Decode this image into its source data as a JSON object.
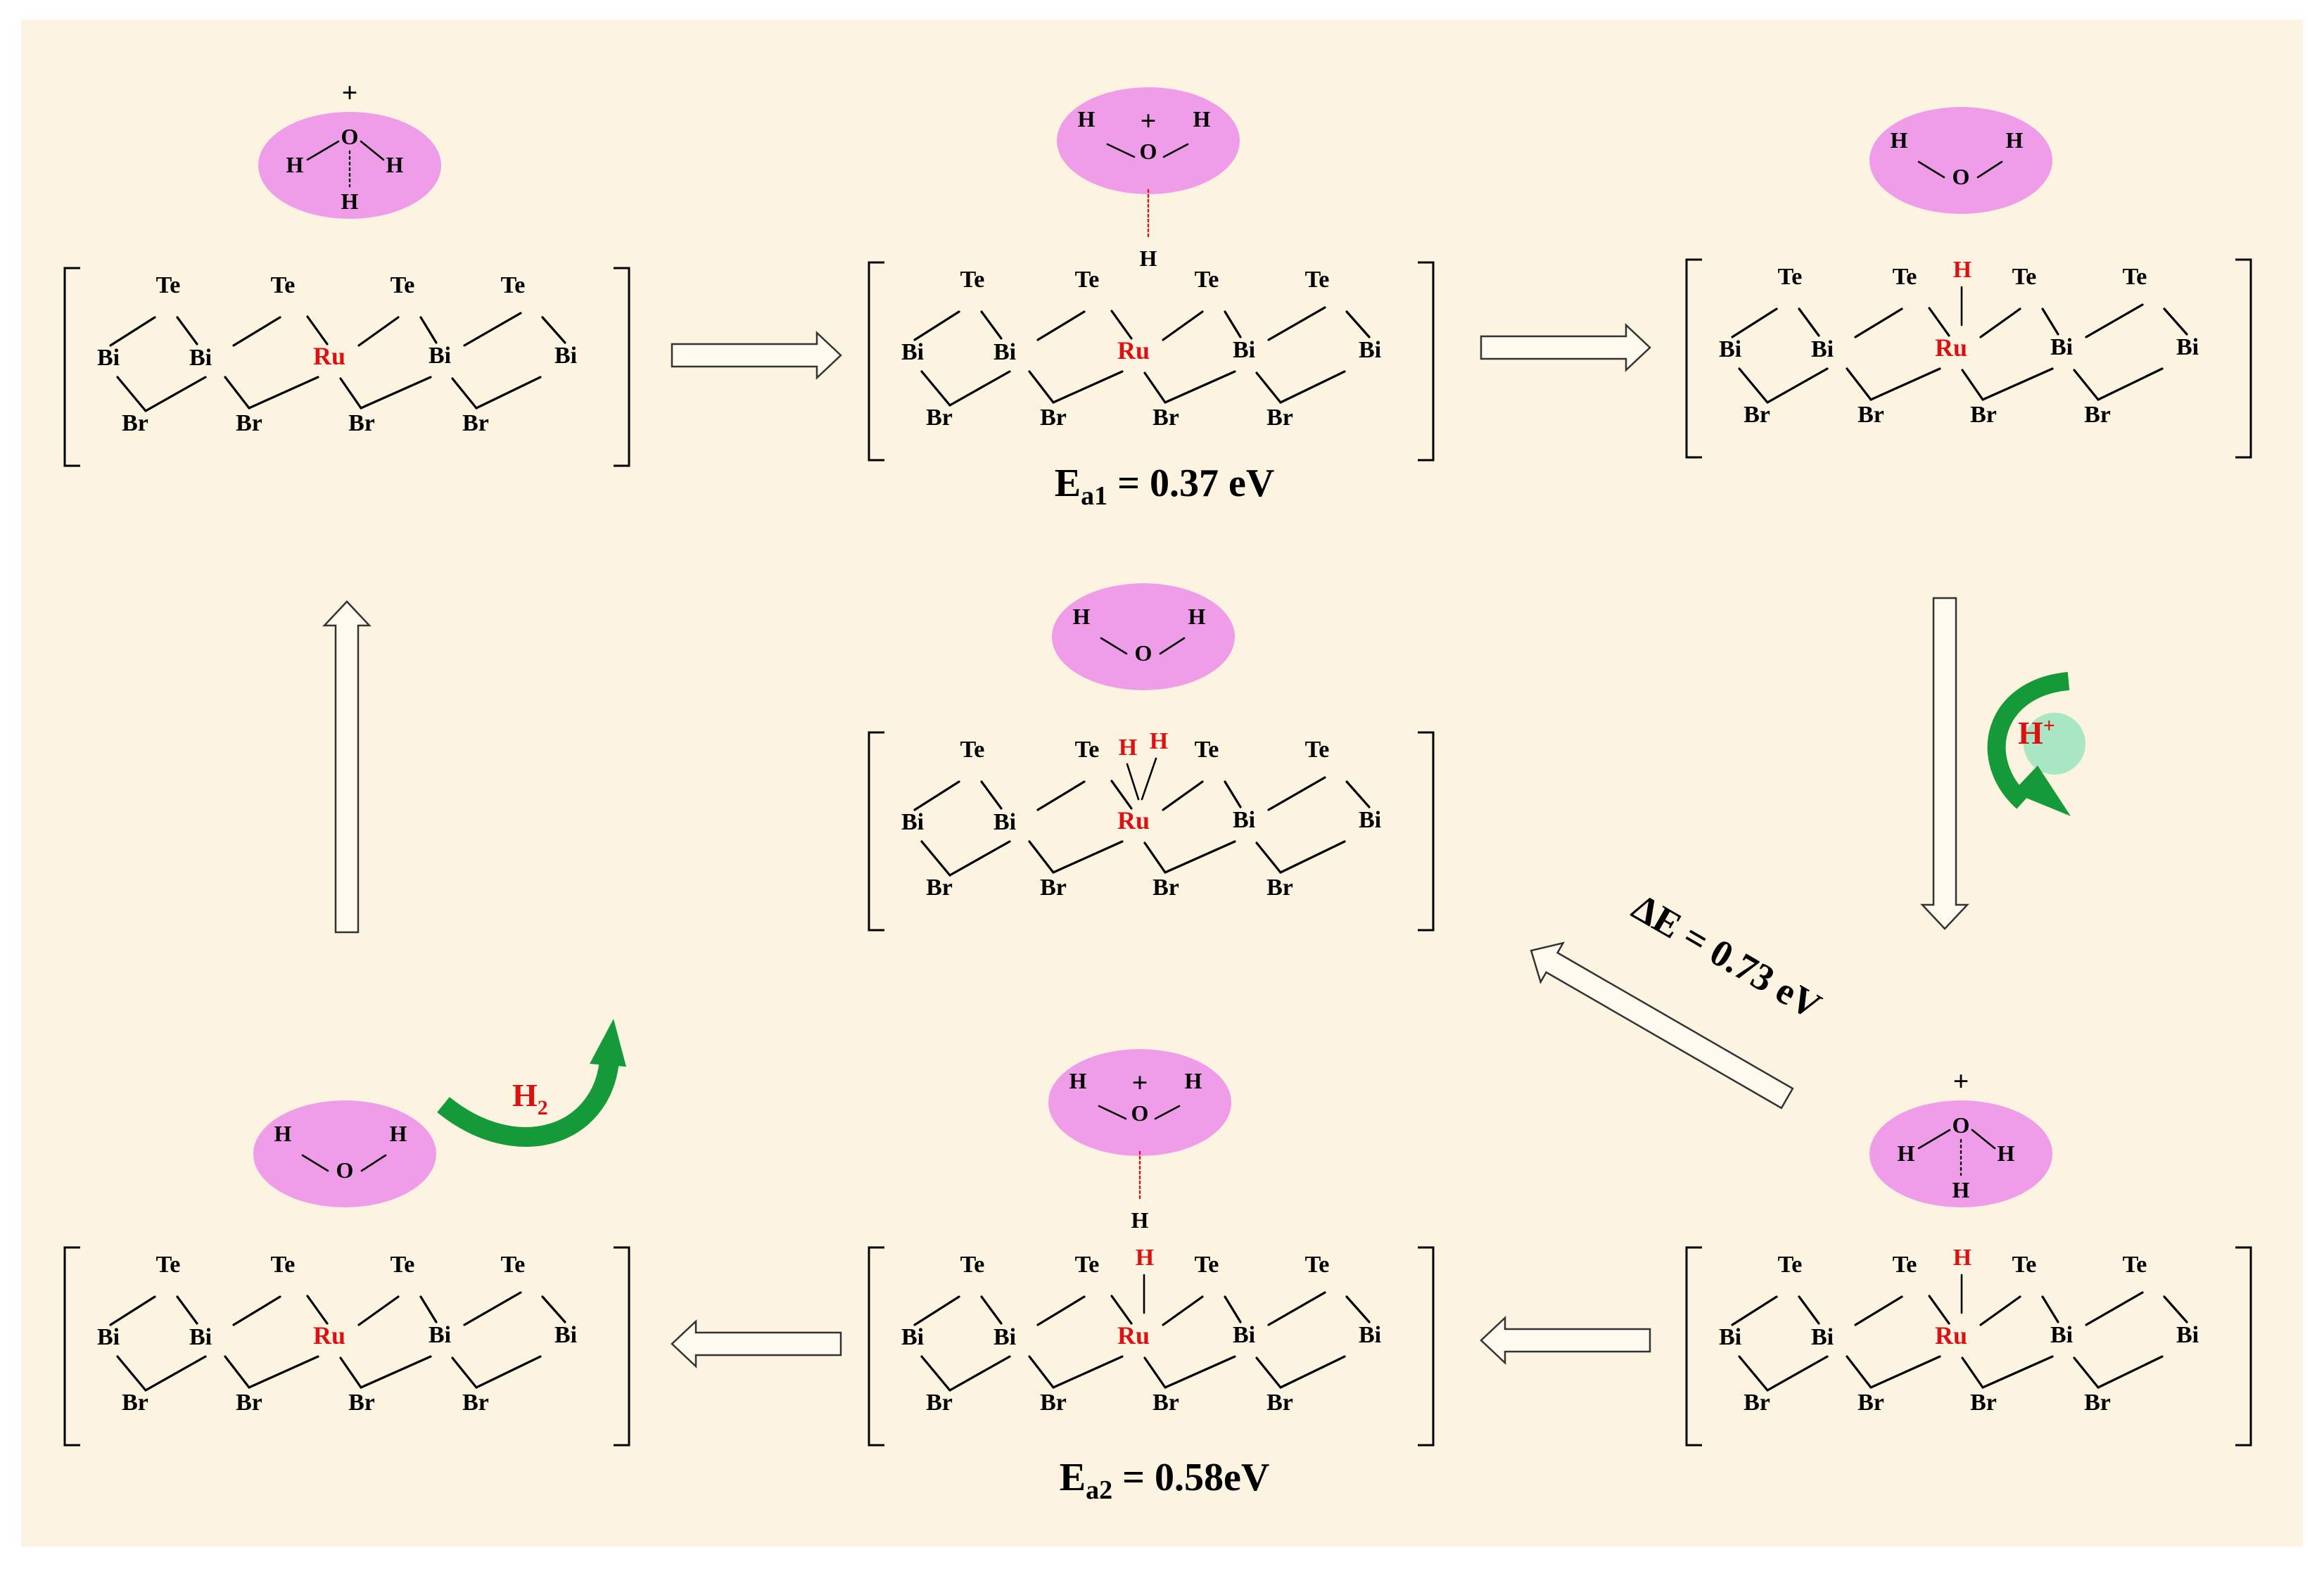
{
  "colors": {
    "panel_bg": "#fcf4e0",
    "water_bubble": "#ef9de9",
    "ruthenium": "#dd1111",
    "hydrogen_on_ru": "#dd1111",
    "green_arrow": "#159a3a",
    "proton_circle": "#a9e6c4",
    "hbond_line": "#dd1111"
  },
  "labels": {
    "ea1": {
      "main": "E",
      "sub": "a1",
      "rest": " = 0.37 eV"
    },
    "ea2": {
      "main": "E",
      "sub": "a2",
      "rest": " = 0.58eV"
    },
    "delta_e": "ΔE = 0.73 eV",
    "proton": {
      "main": "H",
      "sup": "+"
    },
    "h2": {
      "main": "H",
      "sub": "2"
    }
  },
  "atoms": {
    "te": "Te",
    "bi": "Bi",
    "br": "Br",
    "ru": "Ru",
    "h": "H",
    "o": "O",
    "plus": "+"
  },
  "states": [
    {
      "id": "s1",
      "water": "hydronium",
      "ru_h": "none"
    },
    {
      "id": "s2",
      "water": "hydronium-hbond",
      "ru_h": "none"
    },
    {
      "id": "s3",
      "water": "water",
      "ru_h": "single"
    },
    {
      "id": "s4",
      "water": "hydronium",
      "ru_h": "single"
    },
    {
      "id": "s5",
      "water": "hydronium-hbond",
      "ru_h": "single"
    },
    {
      "id": "s6",
      "water": "water",
      "ru_h": "none"
    },
    {
      "id": "s7",
      "water": "water",
      "ru_h": "double"
    }
  ]
}
